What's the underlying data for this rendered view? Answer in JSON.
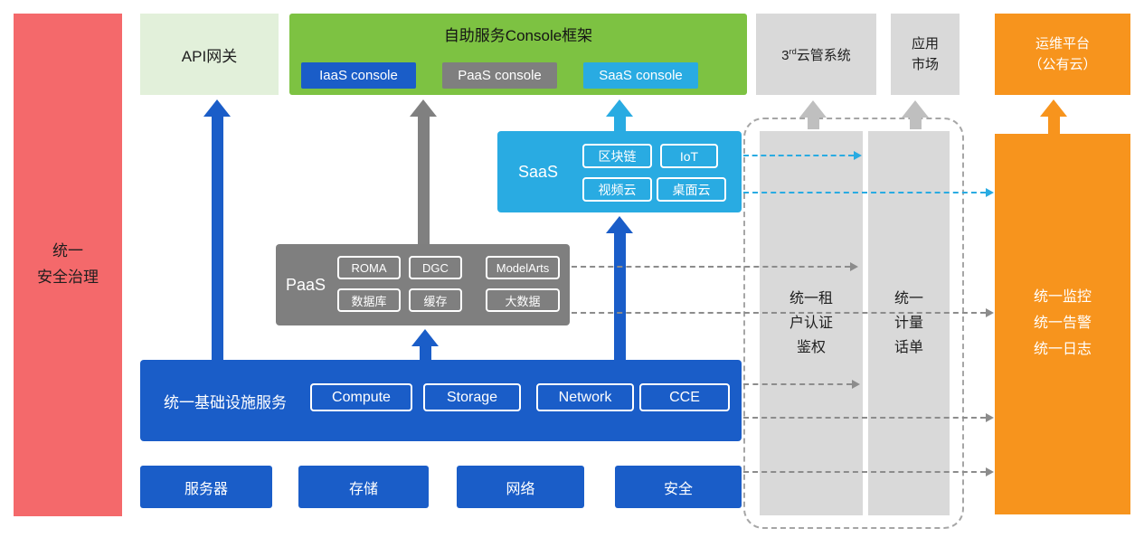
{
  "palette": {
    "red": "#F4696B",
    "light_green": "#E2F0DA",
    "green": "#7DC242",
    "blue": "#1A5DC8",
    "gray": "#7F7F7F",
    "light_gray": "#D9D9D9",
    "cyan": "#29ABE2",
    "orange": "#F7941D"
  },
  "security_bar": {
    "label": "统一\n安全治理"
  },
  "api_gateway": {
    "label": "API网关"
  },
  "console_frame": {
    "title": "自助服务Console框架",
    "consoles": [
      {
        "label": "IaaS console"
      },
      {
        "label": "PaaS console"
      },
      {
        "label": "SaaS console"
      }
    ]
  },
  "third_party_cms": {
    "num": "3",
    "sup": "rd",
    "text": "云管系统"
  },
  "app_market": {
    "label": "应用\n市场"
  },
  "om_platform": {
    "label": "运维平台\n（公有云）"
  },
  "saas": {
    "label": "SaaS",
    "items": [
      "区块链",
      "IoT",
      "视频云",
      "桌面云"
    ]
  },
  "paas": {
    "label": "PaaS",
    "items": [
      "ROMA",
      "DGC",
      "ModelArts",
      "数据库",
      "缓存",
      "大数据"
    ]
  },
  "infrastructure": {
    "label": "统一基础设施服务",
    "items": [
      "Compute",
      "Storage",
      "Network",
      "CCE"
    ]
  },
  "hardware": {
    "items": [
      "服务器",
      "存储",
      "网络",
      "安全"
    ]
  },
  "auth_bar": {
    "label": "统一租\n户认证\n鉴权"
  },
  "metering_bar": {
    "label": "统一\n计量\n话单"
  },
  "monitor_bar": {
    "label": "统一监控\n统一告警\n统一日志"
  }
}
